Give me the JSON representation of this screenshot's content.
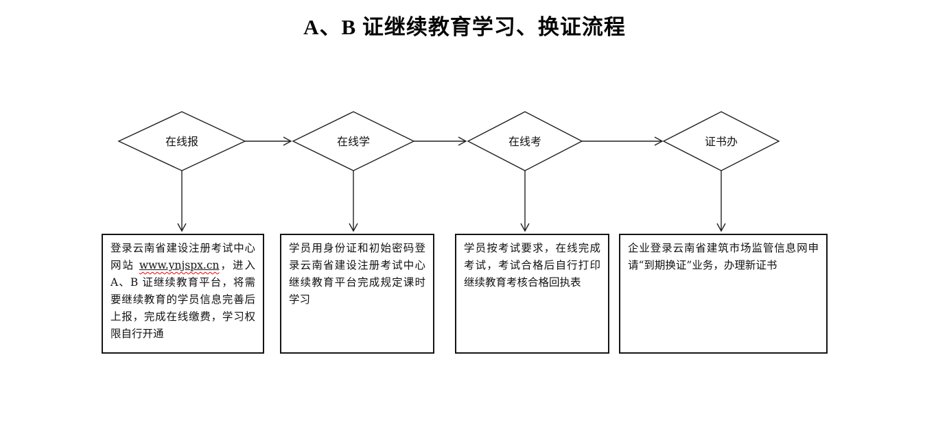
{
  "title": "A、B 证继续教育学习、换证流程",
  "steps": [
    {
      "label": "在线报",
      "desc_before": "登录云南省建设注册考试中心网站 ",
      "url": "www.ynjspx.cn",
      "desc_after": "，进入 A、B 证继续教育平台，将需要继续教育的学员信息完善后上报，完成在线缴费，学习权限自行开通"
    },
    {
      "label": "在线学",
      "description": "学员用身份证和初始密码登录云南省建设注册考试中心继续教育平台完成规定课时学习"
    },
    {
      "label": "在线考",
      "description": "学员按考试要求，在线完成考试，考试合格后自行打印继续教育考核合格回执表"
    },
    {
      "label": "证书办",
      "description": "企业登录云南省建筑市场监管信息网申请“到期换证”业务，办理新证书"
    }
  ],
  "colors": {
    "diagram_line": "#1f1f1f",
    "text": "#111111",
    "url_squiggle": "#ee0000",
    "background": "#ffffff"
  }
}
